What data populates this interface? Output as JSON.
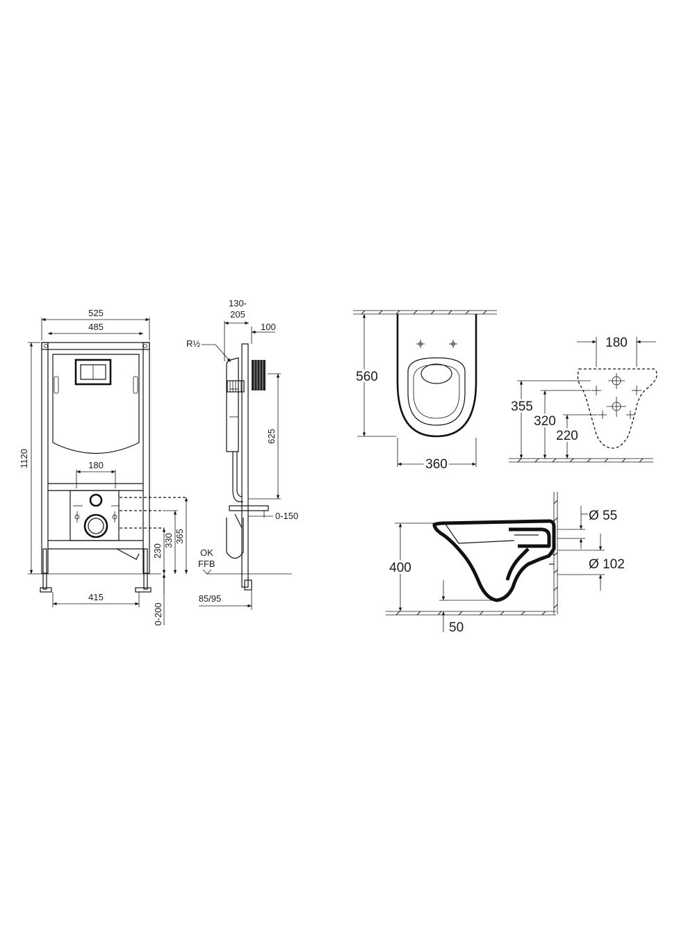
{
  "front_view": {
    "dim_overall_width": "525",
    "dim_inner_width": "485",
    "dim_height": "1120",
    "dim_spacing": "180",
    "dim_dist_230": "230",
    "dim_dist_330": "330",
    "dim_dist_365": "365",
    "dim_feet": "415",
    "dim_adjust": "0-200"
  },
  "side_view": {
    "dim_depth": "130-\n205",
    "dim_depth_line1": "130-",
    "dim_depth_line2": "205",
    "dim_100": "100",
    "thread": "R½",
    "dim_625": "625",
    "dim_0_150": "0-150",
    "floor_label_1": "OK",
    "floor_label_2": "FFB",
    "dim_85_95": "85/95"
  },
  "top_view": {
    "dim_length": "560",
    "dim_width": "360"
  },
  "hole_view": {
    "dim_180": "180",
    "dim_355": "355",
    "dim_320": "320",
    "dim_220": "220"
  },
  "section_view": {
    "dim_400": "400",
    "dim_d55": "Ø 55",
    "dim_d102": "Ø 102",
    "dim_50": "50"
  }
}
